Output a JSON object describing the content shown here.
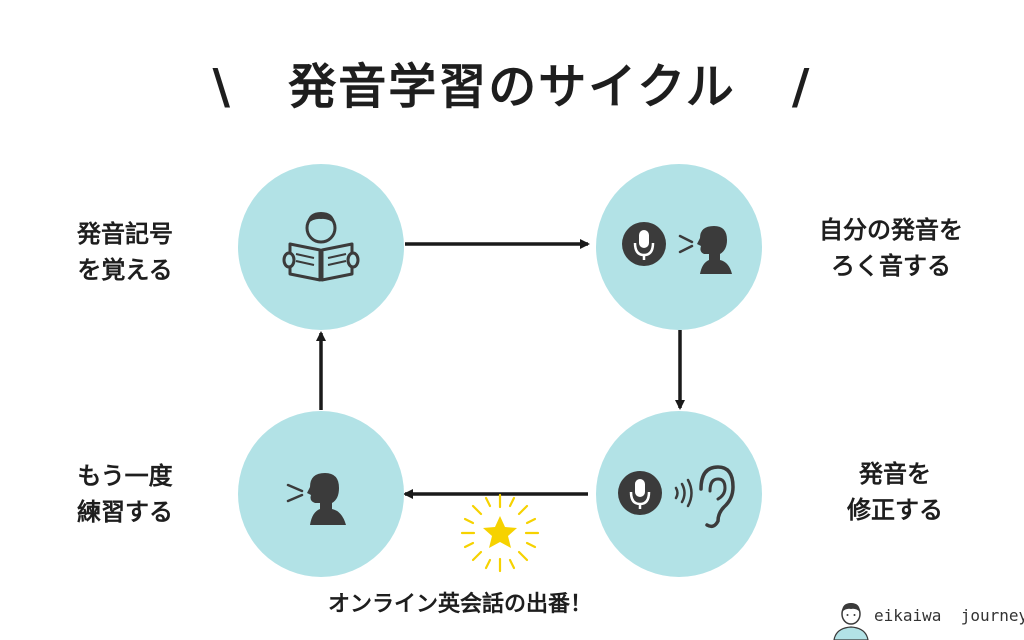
{
  "title": "\\   発音学習のサイクル   /",
  "steps": {
    "top_left": {
      "line1": "発音記号",
      "line2": "を覚える"
    },
    "top_right": {
      "line1": "自分の発音を",
      "line2": "ろく音する"
    },
    "bottom_right": {
      "line1": "発音を",
      "line2": "修正する"
    },
    "bottom_left": {
      "line1": "もう一度",
      "line2": "練習する"
    }
  },
  "highlight_note": "オンライン英会話の出番！",
  "brand": {
    "name": "eikaiwa  journey"
  },
  "colors": {
    "circle": "#b2e2e6",
    "icon": "#3b3b3b",
    "star": "#f6d200",
    "arrow": "#1a1a1a"
  },
  "icons": {
    "top_left": "person-reading-book-icon",
    "top_right": "microphone-speaking-icon",
    "bottom_right": "microphone-listening-ear-icon",
    "bottom_left": "person-speaking-icon"
  }
}
